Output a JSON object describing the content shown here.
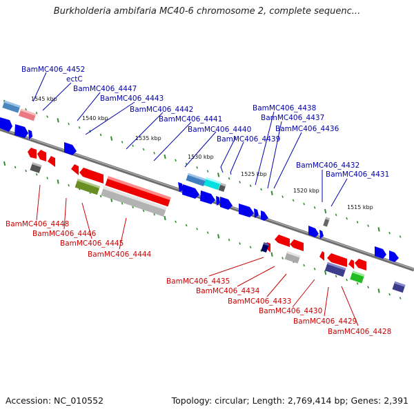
{
  "title": "Burkholderia ambifaria MC40-6 chromosome 2, complete sequenc...",
  "footer": {
    "accession": "Accession: NC_010552",
    "stats": "Topology: circular; Length: 2,769,414 bp; Genes: 2,391"
  },
  "colors": {
    "forward_label": "#0000aa",
    "reverse_label": "#cc0000",
    "backbone": "#808080",
    "tick": "#2e8b2e"
  },
  "kbp_ticks": [
    "1545 kbp",
    "1540 kbp",
    "1535 kbp",
    "1530 kbp",
    "1525 kbp",
    "1520 kbp",
    "1515 kbp"
  ],
  "genes_forward": [
    "BamMC406_4452",
    "ectC",
    "BamMC406_4447",
    "BamMC406_4443",
    "BamMC406_4442",
    "BamMC406_4441",
    "BamMC406_4440",
    "BamMC406_4439",
    "BamMC406_4438",
    "BamMC406_4437",
    "BamMC406_4436",
    "BamMC406_4432",
    "BamMC406_4431"
  ],
  "genes_reverse": [
    "BamMC406_4448",
    "BamMC406_4446",
    "BamMC406_4445",
    "BamMC406_4444",
    "BamMC406_4435",
    "BamMC406_4434",
    "BamMC406_4433",
    "BamMC406_4430",
    "BamMC406_4429",
    "BamMC406_4428"
  ]
}
